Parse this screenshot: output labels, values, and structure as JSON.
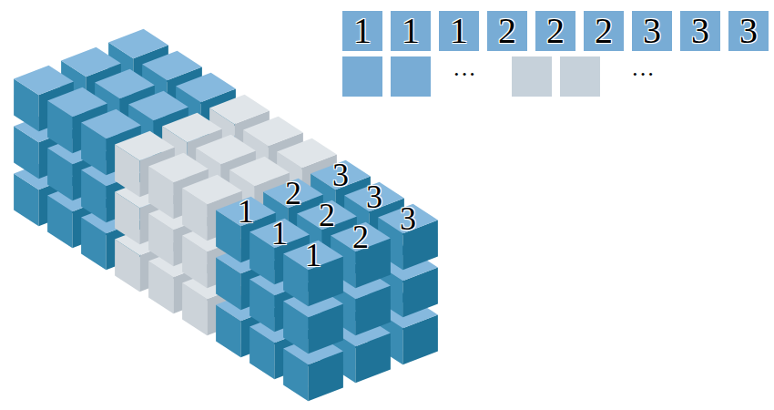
{
  "diagram": {
    "nodes": [
      {
        "text": [
          "1"
        ]
      },
      {
        "text": [
          "1"
        ]
      },
      {
        "text": [
          "1"
        ]
      },
      {
        "text": [
          "2"
        ]
      },
      {
        "text": [
          "2"
        ]
      },
      {
        "text": [
          "2"
        ]
      },
      {
        "text": [
          "3"
        ]
      },
      {
        "text": [
          "3"
        ]
      },
      {
        "text": [
          "3"
        ]
      }
    ],
    "labels": [
      "···",
      "···",
      "3",
      "2",
      "3",
      "1",
      "2",
      "3",
      "1",
      "2",
      "1"
    ]
  }
}
